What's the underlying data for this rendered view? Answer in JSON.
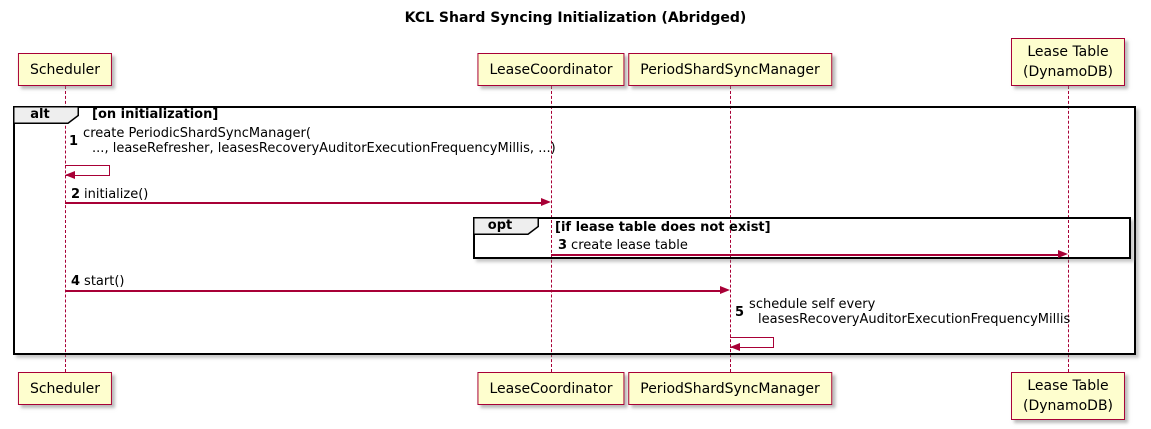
{
  "title": "KCL Shard Syncing Initialization (Abridged)",
  "participants": {
    "scheduler": {
      "label": "Scheduler"
    },
    "lease_coordinator": {
      "label": "LeaseCoordinator"
    },
    "period_shard_sync_manager": {
      "label": "PeriodShardSyncManager"
    },
    "lease_table": {
      "line1": "Lease Table",
      "line2": "(DynamoDB)"
    }
  },
  "frames": {
    "alt": {
      "label": "alt",
      "condition": "[on initialization]"
    },
    "opt": {
      "label": "opt",
      "condition": "[if lease table does not exist]"
    }
  },
  "messages": {
    "m1": {
      "num": "1",
      "line1": "create PeriodicShardSyncManager(",
      "line2": "..., leaseRefresher, leasesRecoveryAuditorExecutionFrequencyMillis, ...)"
    },
    "m2": {
      "num": "2",
      "text": "initialize()"
    },
    "m3": {
      "num": "3",
      "text": "create lease table"
    },
    "m4": {
      "num": "4",
      "text": "start()"
    },
    "m5": {
      "num": "5",
      "line1": "schedule self every",
      "line2": "leasesRecoveryAuditorExecutionFrequencyMillis"
    }
  },
  "colors": {
    "participant_fill": "#FEFECE",
    "accent": "#A80036",
    "frame_border": "#000000",
    "frame_label_fill": "#EEEEEE"
  }
}
